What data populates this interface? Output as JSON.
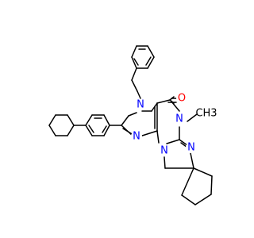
{
  "molecule": {
    "atoms": [
      {
        "id": "n_benzyl",
        "label": "N",
        "color": "#0000ff"
      },
      {
        "id": "o_carbonyl",
        "label": "O",
        "color": "#ff0000"
      },
      {
        "id": "n_methyl",
        "label": "N",
        "color": "#0000ff"
      },
      {
        "id": "methyl",
        "label": "CH3",
        "color": "#000000"
      },
      {
        "id": "n_imidazole",
        "label": "N",
        "color": "#0000ff"
      },
      {
        "id": "n_imine",
        "label": "N",
        "color": "#0000ff"
      },
      {
        "id": "n_ring",
        "label": "N",
        "color": "#0000ff"
      }
    ]
  }
}
